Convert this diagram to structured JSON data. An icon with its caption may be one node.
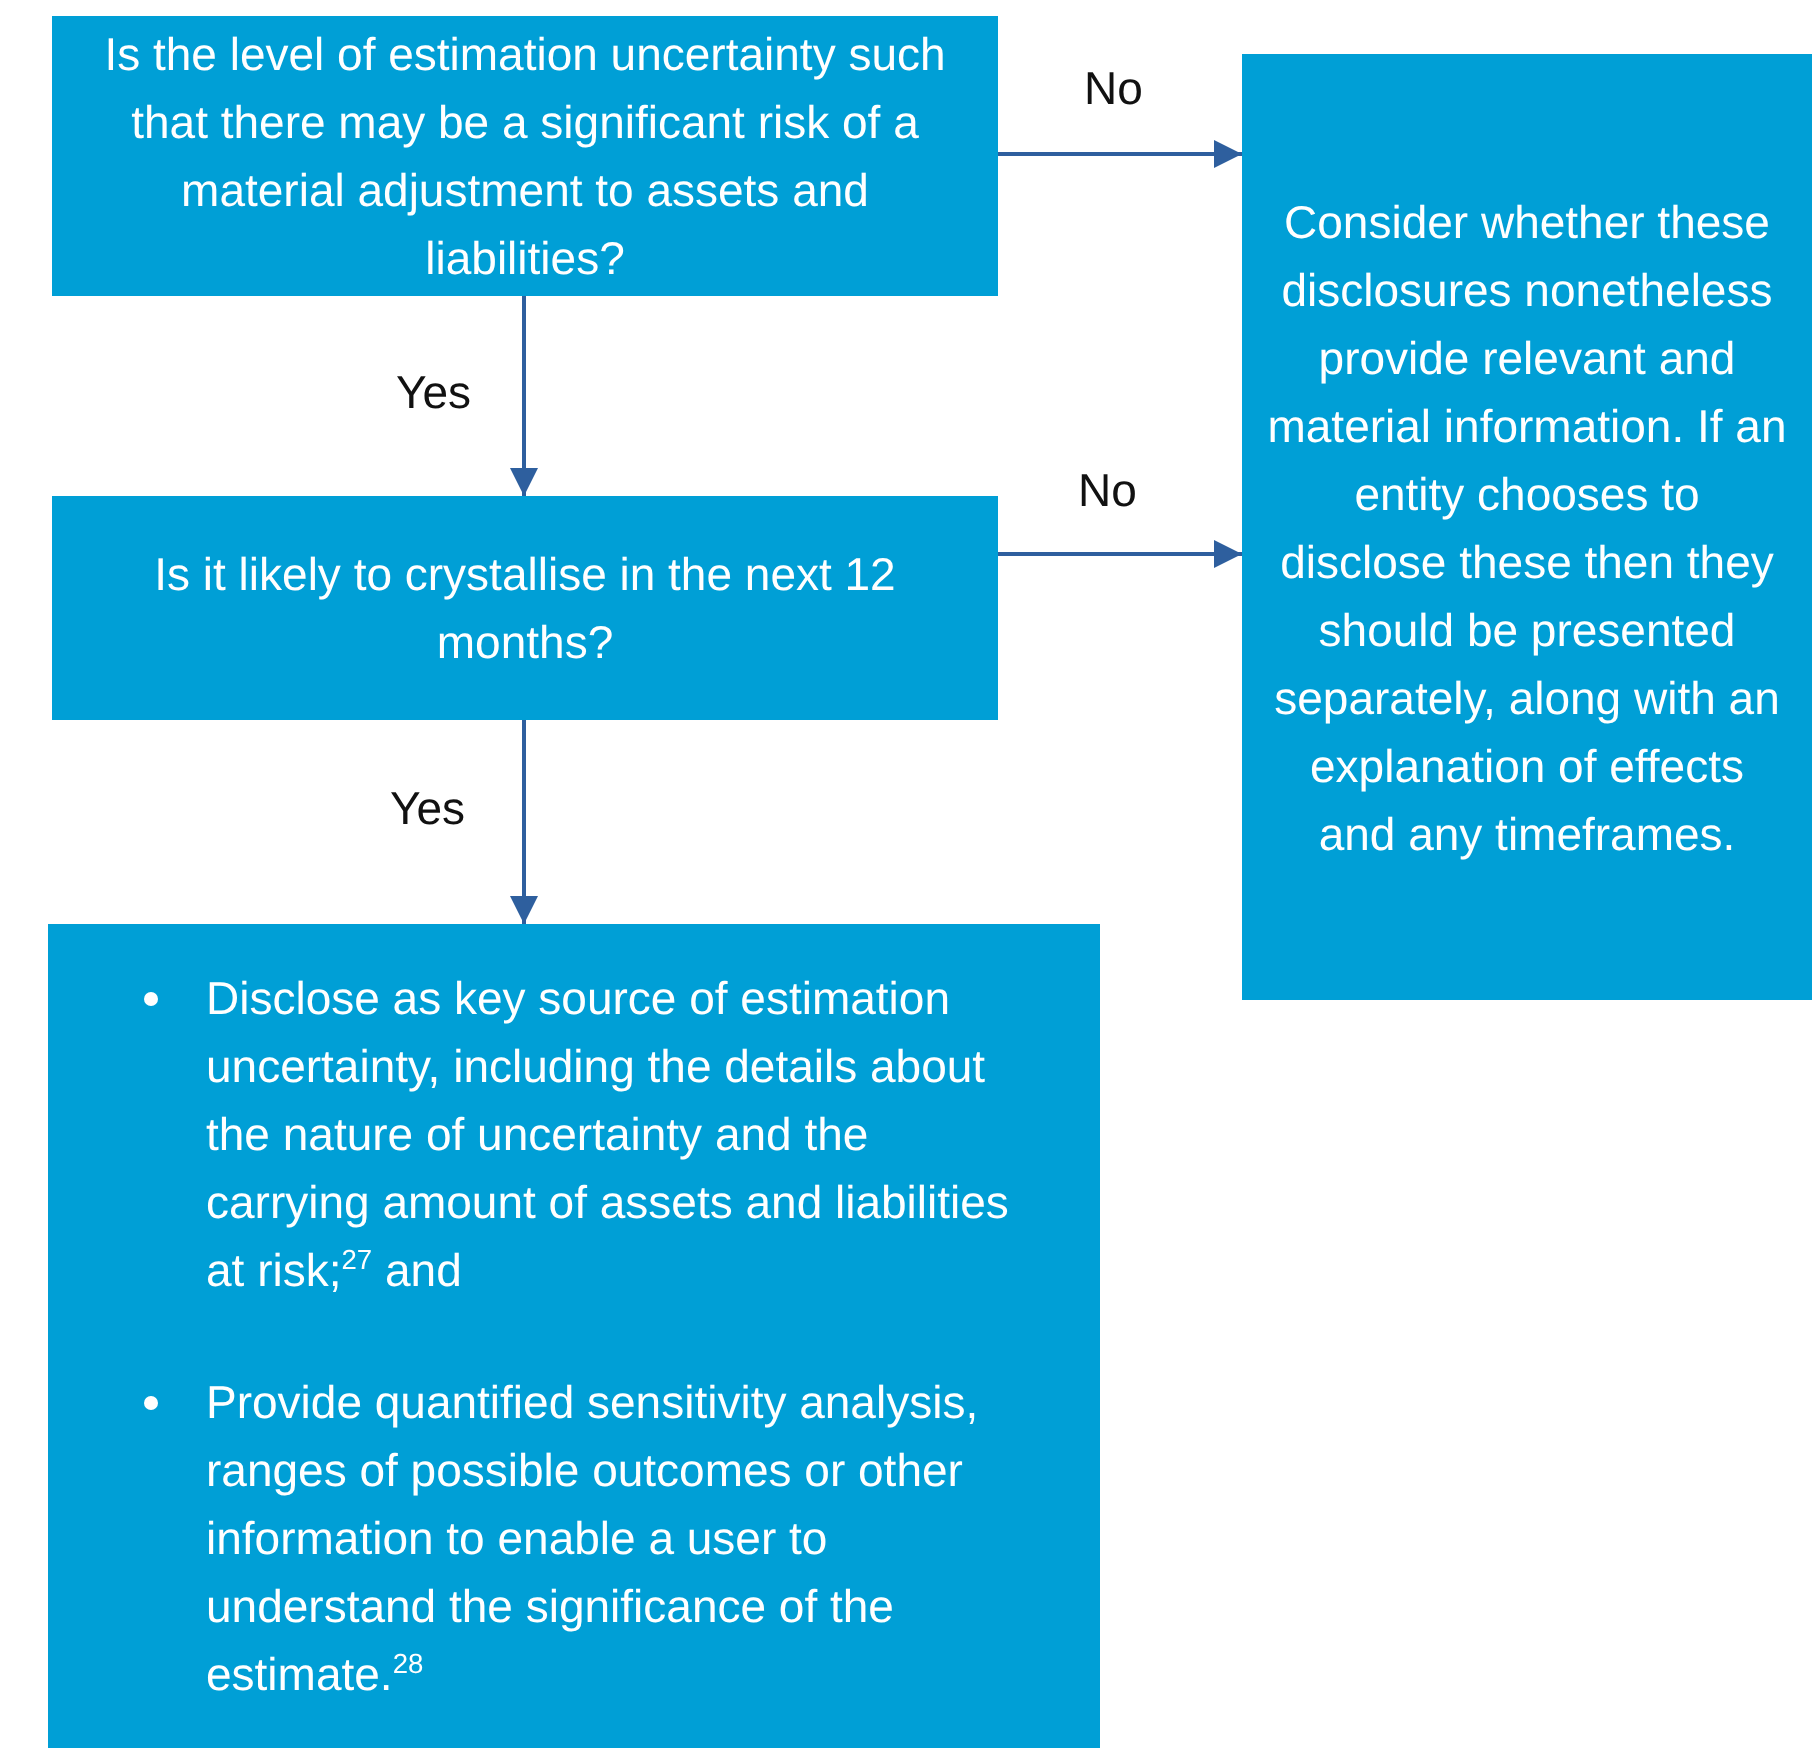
{
  "diagram": {
    "nodes": [
      {
        "text": [
          "Is the level of estimation uncertainty such that there may be a significant risk of a material adjustment to assets and liabilities?"
        ]
      },
      {
        "text": [
          "Is it likely to crystallise in the next 12 months?"
        ]
      },
      {
        "text": [
          "Disclose as key source of estimation uncertainty, including the details about the nature of uncertainty and the carrying amount of assets and liabilities at risk;$^{27}$ and",
          "Provide quantified sensitivity analysis, ranges of possible outcomes or other information to enable a user to understand the significance of the estimate.$^{28}$"
        ]
      },
      {
        "text": [
          "Consider whether these disclosures nonetheless provide relevant and material information. If an entity chooses to disclose these then they should be presented separately, along with an explanation of effects and any timeframes."
        ]
      }
    ],
    "edges": [
      {
        "from": 0,
        "to": 3,
        "arrow": "to",
        "label": "No"
      },
      {
        "from": 0,
        "to": 1,
        "arrow": "to",
        "label": "Yes"
      },
      {
        "from": 1,
        "to": 3,
        "arrow": "to",
        "label": "No"
      },
      {
        "from": 1,
        "to": 2,
        "arrow": "to",
        "label": "Yes"
      }
    ]
  }
}
